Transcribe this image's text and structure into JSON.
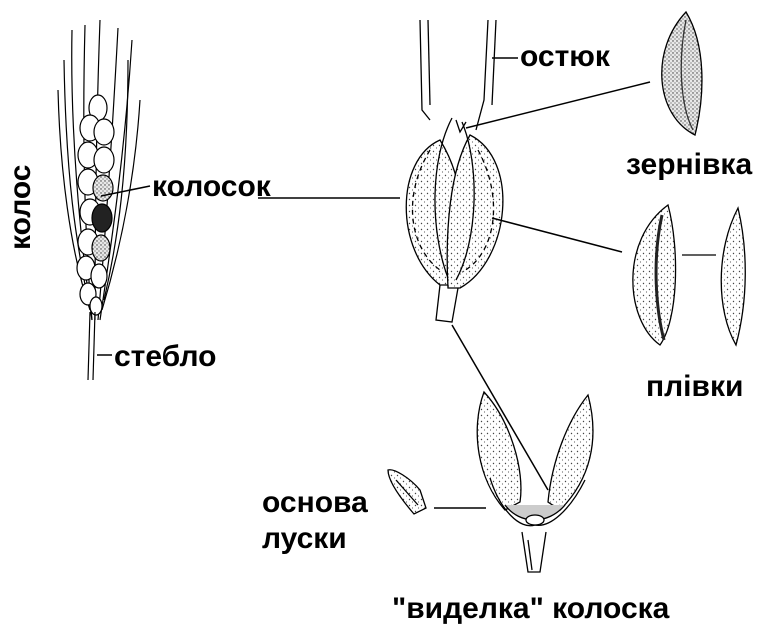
{
  "labels": {
    "ear": "колос",
    "spikelet": "колосок",
    "stem": "стебло",
    "awn": "остюк",
    "caryopsis": "зернівка",
    "husks": "плівки",
    "scale_base_line1": "основа",
    "scale_base_line2": "луски",
    "spikelet_fork": "\"виделка\" колоска"
  },
  "colors": {
    "ink": "#000000",
    "background": "#ffffff",
    "stipple": "#555555"
  }
}
